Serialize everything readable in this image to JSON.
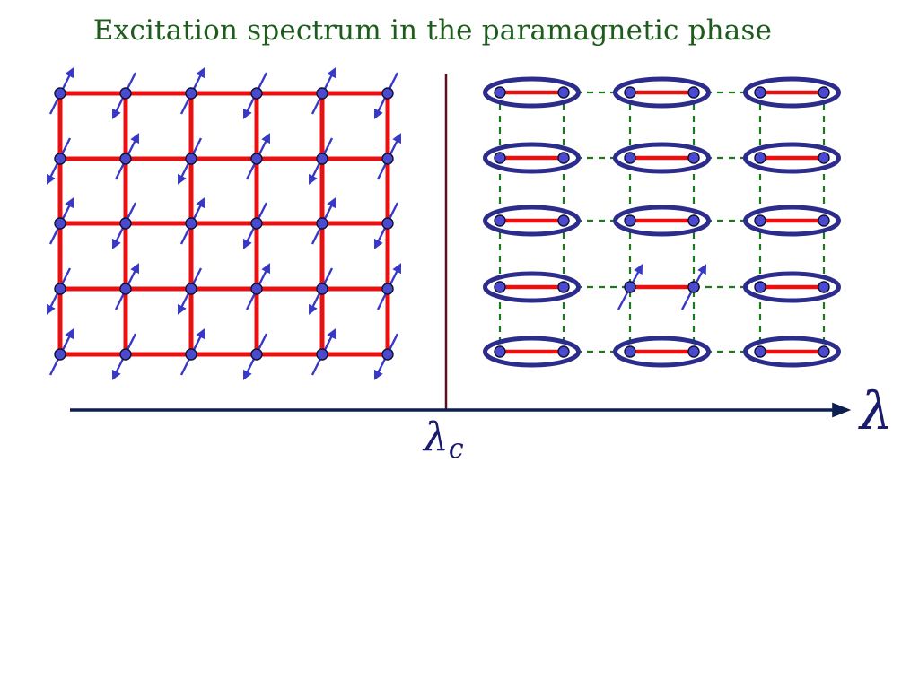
{
  "title": "Excitation spectrum in the paramagnetic phase",
  "axis": {
    "parameter_symbol": "λ",
    "critical_symbol": "λ",
    "critical_subscript": "c"
  },
  "left_phase": {
    "lattice": "square",
    "rows": 5,
    "cols": 6,
    "site_spins": "tilted arrows through every site"
  },
  "right_phase": {
    "rows": 5,
    "dimer_columns": 3,
    "dimers_per_row": 3,
    "excited_dimer": {
      "row": 4,
      "column": 2
    }
  },
  "colors": {
    "title": "#1e5c1e",
    "strong_bond": "#e81010",
    "weak_bond": "#1a7a1a",
    "site_fill": "#4a4ad0",
    "spin_arrow": "#3838c8",
    "singlet_ellipse": "#2c2c8c",
    "axis": "#0d1f4f",
    "critical_line": "#5a1020"
  }
}
